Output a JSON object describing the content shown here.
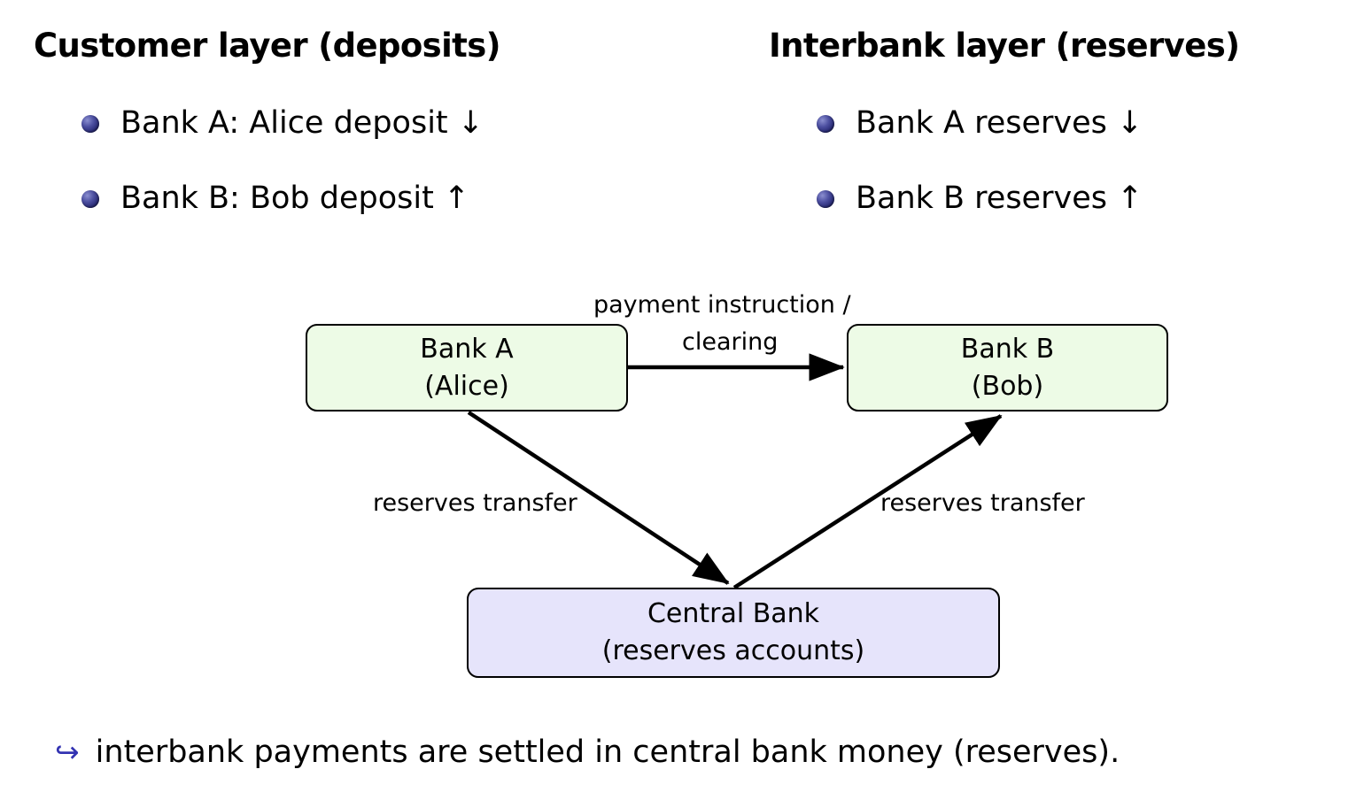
{
  "slide": {
    "background_color": "#ffffff",
    "columns": [
      {
        "title": "Customer layer (deposits)",
        "bullets": [
          {
            "text": "Bank A: Alice deposit ↓",
            "marker": "sphere-bullet-icon"
          },
          {
            "text": "Bank B: Bob deposit ↑",
            "marker": "sphere-bullet-icon"
          }
        ]
      },
      {
        "title": "Interbank layer (reserves)",
        "bullets": [
          {
            "text": "Bank A reserves ↓",
            "marker": "sphere-bullet-icon"
          },
          {
            "text": "Bank B reserves ↑",
            "marker": "sphere-bullet-icon"
          }
        ]
      }
    ],
    "diagram": {
      "type": "flowchart",
      "nodes": [
        {
          "id": "bank-a",
          "line1": "Bank A",
          "line2": "(Alice)",
          "fill": "#edfbe6",
          "stroke": "#000000"
        },
        {
          "id": "bank-b",
          "line1": "Bank B",
          "line2": "(Bob)",
          "fill": "#edfbe6",
          "stroke": "#000000"
        },
        {
          "id": "central-bank",
          "line1": "Central Bank",
          "line2": "(reserves accounts)",
          "fill": "#e6e4fb",
          "stroke": "#000000"
        }
      ],
      "edges": [
        {
          "id": "a-to-b",
          "from": "bank-a",
          "to": "bank-b",
          "label_line1": "payment instruction /",
          "label_line2": "clearing"
        },
        {
          "id": "a-to-cb",
          "from": "bank-a",
          "to": "central-bank",
          "label": "reserves transfer"
        },
        {
          "id": "cb-to-b",
          "from": "central-bank",
          "to": "bank-b",
          "label": "reserves transfer"
        }
      ]
    },
    "footer": {
      "hook_glyph": "↪",
      "hook_color": "#3333b2",
      "text": "interbank payments are settled in central bank money (reserves)."
    }
  }
}
